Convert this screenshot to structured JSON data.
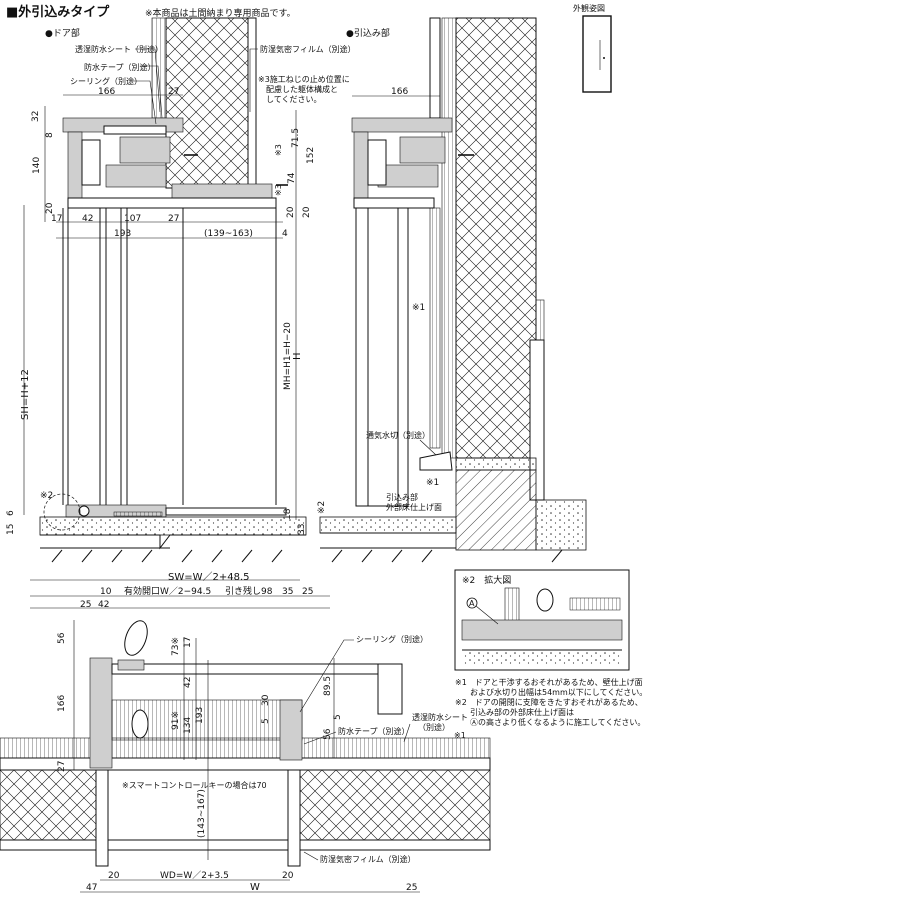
{
  "header": {
    "title": "■外引込みタイプ",
    "note": "※本商品は土間納まり専用商品です。",
    "exterior_label": "外観姿図"
  },
  "door_section": {
    "label": "●ドア部",
    "callouts": {
      "tousitsu_sheet": "透湿防水シート（別途）",
      "bousui_tape": "防水テープ（別途）",
      "sealing": "シーリング（別途）",
      "kimitsu_film": "防湿気密フィルム（別途）",
      "note3_line1": "※3施工ねじの止め位置に",
      "note3_line2": "配慮した躯体構成と",
      "note3_line3": "してください。",
      "mark2": "※2"
    },
    "dims": {
      "d166": "166",
      "d27a": "27",
      "d32": "32",
      "d8": "8",
      "d140": "140",
      "d20a": "20",
      "d17": "17",
      "d42": "42",
      "d107": "107",
      "d27b": "27",
      "d193": "193",
      "d139_163": "(139~163)",
      "d4": "4",
      "d71_5": "71.5",
      "d152": "152",
      "d74": "74",
      "d20b": "20",
      "d20c": "20",
      "mark3a": "※3",
      "mark3b": "※3",
      "sh": "SH=H+12",
      "mh": "MH=H1=H−20",
      "h": "H",
      "d6": "6",
      "d15": "15",
      "d18": "18",
      "d33": "33"
    }
  },
  "pocket_section": {
    "label": "●引込み部",
    "dims": {
      "d166": "166"
    },
    "callouts": {
      "mark1": "※1",
      "tsuki_mizukiri": "通気水切（別途）",
      "mark1b": "※1",
      "floor_line1": "引込み部",
      "floor_line2": "外部床仕上げ面",
      "mark2": "※2"
    }
  },
  "enlarged": {
    "title": "※2　拡大図",
    "marker": "A"
  },
  "notes": {
    "n1_line1": "※1　ドアと干渉するおそれがあるため、壁仕上げ面",
    "n1_line2": "および水切り出幅は54mm以下にしてください。",
    "n2_line1": "※2　ドアの開閉に支障をきたすおそれがあるため、",
    "n2_line2": "引込み部の外部床仕上げ面は",
    "n2_line3": "Ⓐの高さより低くなるように施工してください。"
  },
  "plan": {
    "dims": {
      "sw": "SW=W／2+48.5",
      "d10": "10",
      "d25a": "25",
      "d42": "42",
      "opening": "有効開口W／2−94.5",
      "hikinokoshi": "引き残し98",
      "d35": "35",
      "d25b": "25",
      "d56a": "56",
      "d73": "73※",
      "d17": "17",
      "d42b": "42",
      "d166": "166",
      "d91": "91※",
      "d134": "134",
      "d193": "193",
      "d30": "30",
      "d5a": "5",
      "d5b": "5",
      "d89_5": "89.5",
      "d56b": "56",
      "d27": "27",
      "d143_167": "(143~167)",
      "wd": "WD=W／2+3.5",
      "d20a": "20",
      "d20b": "20",
      "d47": "47",
      "w": "W",
      "d25c": "25"
    },
    "callouts": {
      "sealing": "シーリング（別途）",
      "bousui_tape": "防水テープ（別途）",
      "tousitsu_sheet": "透湿防水シート",
      "betto": "（別途）",
      "mark1": "※1",
      "smart_key": "※スマートコントロールキーの場合は70",
      "kimitsu_film": "防湿気密フィルム（別途）"
    }
  }
}
